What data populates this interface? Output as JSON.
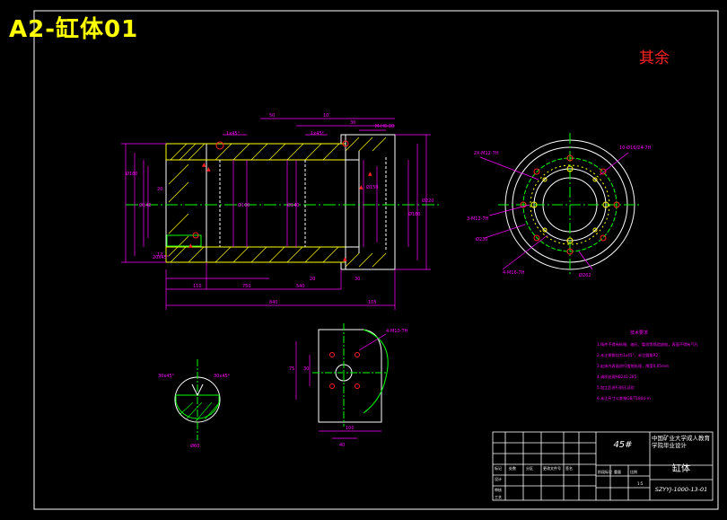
{
  "sheet_title": "A2-缸体01",
  "roughness_note": "其余",
  "title_block": {
    "material": "45#",
    "school": "中国矿业大学成人教育学院毕业设计",
    "part_name": "缸体",
    "drawing_number": "SZYYJ-1000-13-01"
  },
  "colors": {
    "background": "#000000",
    "outline": "#ffffff",
    "dimensions": "#ff00ff",
    "centerlines": "#ff2222",
    "hatch": "#ffff00",
    "section_lines": "#00ff00"
  }
}
